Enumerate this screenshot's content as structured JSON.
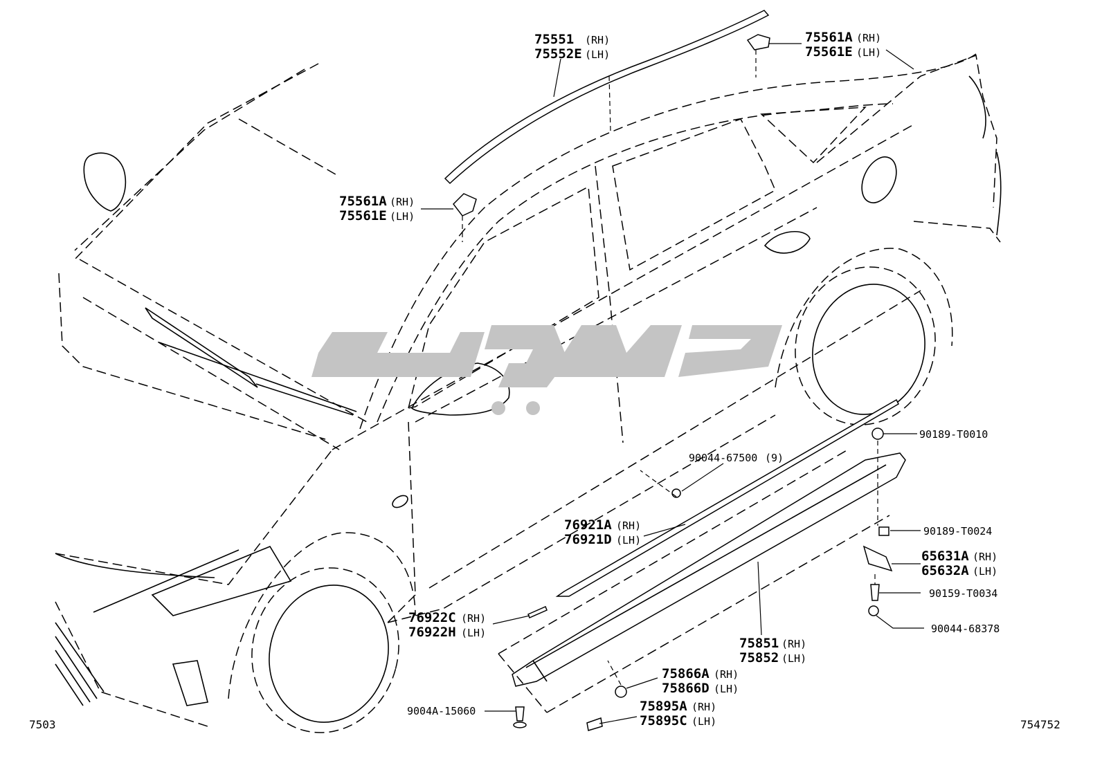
{
  "watermark": {
    "color": "#c4c4c4"
  },
  "corner_labels": {
    "left": "7503",
    "right": "754752"
  },
  "callouts": [
    {
      "id": "roof-molding",
      "lines": [
        {
          "code": "75551",
          "side": "(RH)"
        },
        {
          "code": "75552E",
          "side": "(LH)"
        }
      ]
    },
    {
      "id": "roof-clip-rear",
      "lines": [
        {
          "code": "75561A",
          "side": "(RH)"
        },
        {
          "code": "75561E",
          "side": "(LH)"
        }
      ]
    },
    {
      "id": "roof-clip-front",
      "lines": [
        {
          "code": "75561A",
          "side": "(RH)"
        },
        {
          "code": "75561E",
          "side": "(LH)"
        }
      ]
    },
    {
      "id": "clip-90189-t0010",
      "lines": [
        {
          "code": "90189-T0010",
          "side": ""
        }
      ]
    },
    {
      "id": "clip-90044-67500",
      "lines": [
        {
          "code": "90044-67500",
          "side": "(9)"
        }
      ]
    },
    {
      "id": "rocker-molding-upper",
      "lines": [
        {
          "code": "76921A",
          "side": "(RH)"
        },
        {
          "code": "76921D",
          "side": "(LH)"
        }
      ]
    },
    {
      "id": "clip-90189-t0024",
      "lines": [
        {
          "code": "90189-T0024",
          "side": ""
        }
      ]
    },
    {
      "id": "bracket-65631",
      "lines": [
        {
          "code": "65631A",
          "side": "(RH)"
        },
        {
          "code": "65632A",
          "side": "(LH)"
        }
      ]
    },
    {
      "id": "screw-90159-t0034",
      "lines": [
        {
          "code": "90159-T0034",
          "side": ""
        }
      ]
    },
    {
      "id": "clip-90044-68378",
      "lines": [
        {
          "code": "90044-68378",
          "side": ""
        }
      ]
    },
    {
      "id": "molding-end-76922",
      "lines": [
        {
          "code": "76922C",
          "side": "(RH)"
        },
        {
          "code": "76922H",
          "side": "(LH)"
        }
      ]
    },
    {
      "id": "rocker-panel-75851",
      "lines": [
        {
          "code": "75851",
          "side": "(RH)"
        },
        {
          "code": "75852",
          "side": "(LH)"
        }
      ]
    },
    {
      "id": "clip-75866",
      "lines": [
        {
          "code": "75866A",
          "side": "(RH)"
        },
        {
          "code": "75866D",
          "side": "(LH)"
        }
      ]
    },
    {
      "id": "pad-75895",
      "lines": [
        {
          "code": "75895A",
          "side": "(RH)"
        },
        {
          "code": "75895C",
          "side": "(LH)"
        }
      ]
    },
    {
      "id": "screw-9004a-15060",
      "lines": [
        {
          "code": "9004A-15060",
          "side": ""
        }
      ]
    }
  ]
}
